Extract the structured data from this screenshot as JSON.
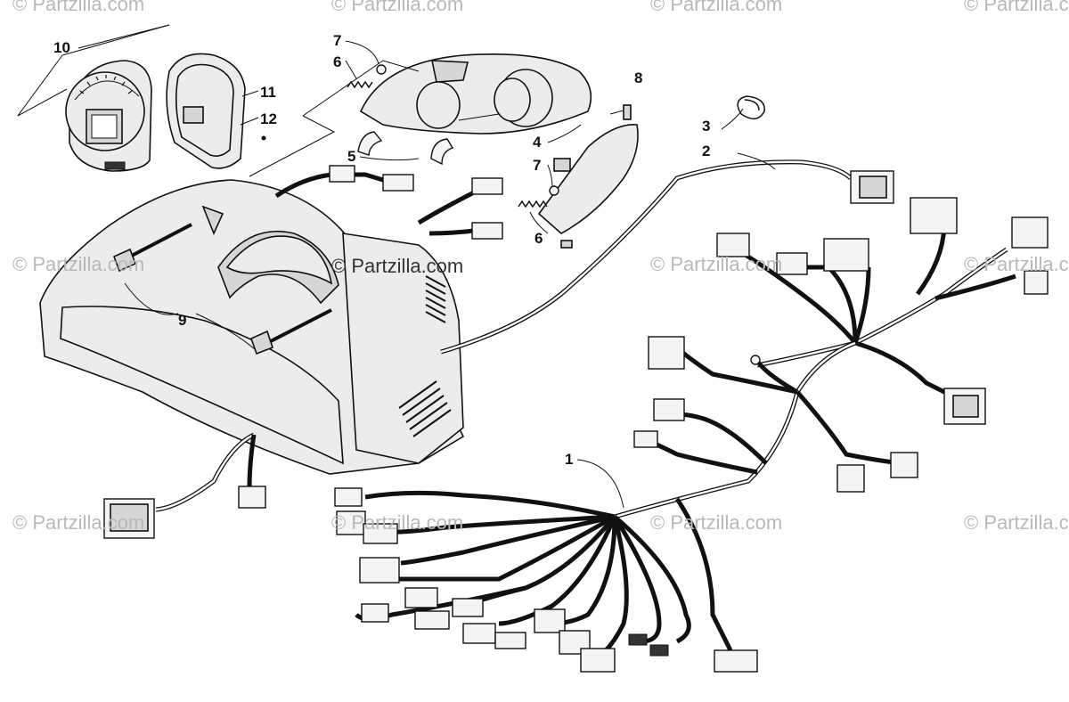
{
  "watermark_text": "© Partzilla.com",
  "callouts": [
    {
      "id": "1",
      "label": "1"
    },
    {
      "id": "2",
      "label": "2"
    },
    {
      "id": "3",
      "label": "3"
    },
    {
      "id": "4",
      "label": "4"
    },
    {
      "id": "5",
      "label": "5"
    },
    {
      "id": "6a",
      "label": "6"
    },
    {
      "id": "6b",
      "label": "6"
    },
    {
      "id": "7a",
      "label": "7"
    },
    {
      "id": "7b",
      "label": "7"
    },
    {
      "id": "8",
      "label": "8"
    },
    {
      "id": "9",
      "label": "9"
    },
    {
      "id": "10",
      "label": "10"
    },
    {
      "id": "11",
      "label": "11"
    },
    {
      "id": "12",
      "label": "12"
    }
  ],
  "colors": {
    "line": "#111111",
    "fill": "#ececec",
    "watermark": "#b8b8b8"
  }
}
